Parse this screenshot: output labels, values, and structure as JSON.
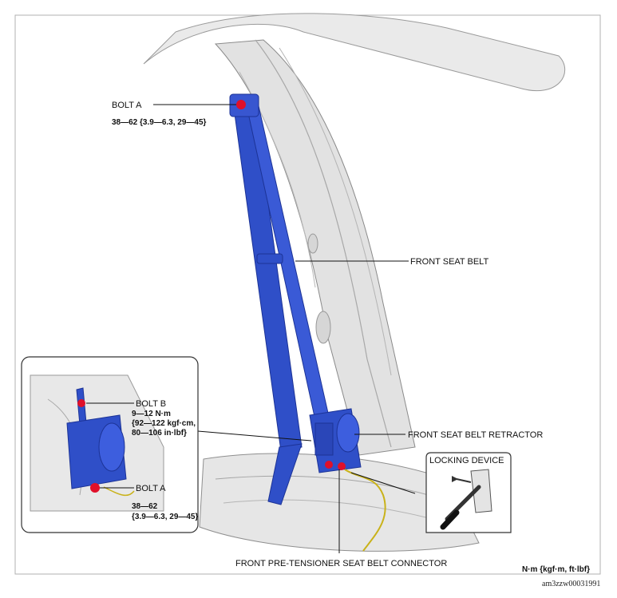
{
  "labels": {
    "bolt_a_top": "BOLT A",
    "bolt_a_top_spec": "38—62 {3.9—6.3, 29—45}",
    "front_seat_belt": "FRONT SEAT BELT",
    "bolt_b": "BOLT B",
    "bolt_b_spec_1": "9—12 N·m",
    "bolt_b_spec_2": "{92—122 kgf·cm,",
    "bolt_b_spec_3": "80—106 in·lbf}",
    "front_seat_belt_retractor": "FRONT SEAT BELT RETRACTOR",
    "locking_device": "LOCKING DEVICE",
    "bolt_a_inset": "BOLT A",
    "bolt_a_inset_spec_1": "38—62",
    "bolt_a_inset_spec_2": "{3.9—6.3, 29—45}",
    "pretensioner_connector": "FRONT PRE-TENSIONER SEAT BELT CONNECTOR",
    "units": "N·m {kgf·m, ft·lbf}",
    "figure_id": "am3zzw00031991"
  },
  "colors": {
    "belt_blue": "#2f4fc8",
    "belt_blue_dark": "#1c3396",
    "bolt_red": "#e0102a",
    "frame_gray": "#d8d8d8",
    "connector_yellow": "#c9b21a"
  }
}
